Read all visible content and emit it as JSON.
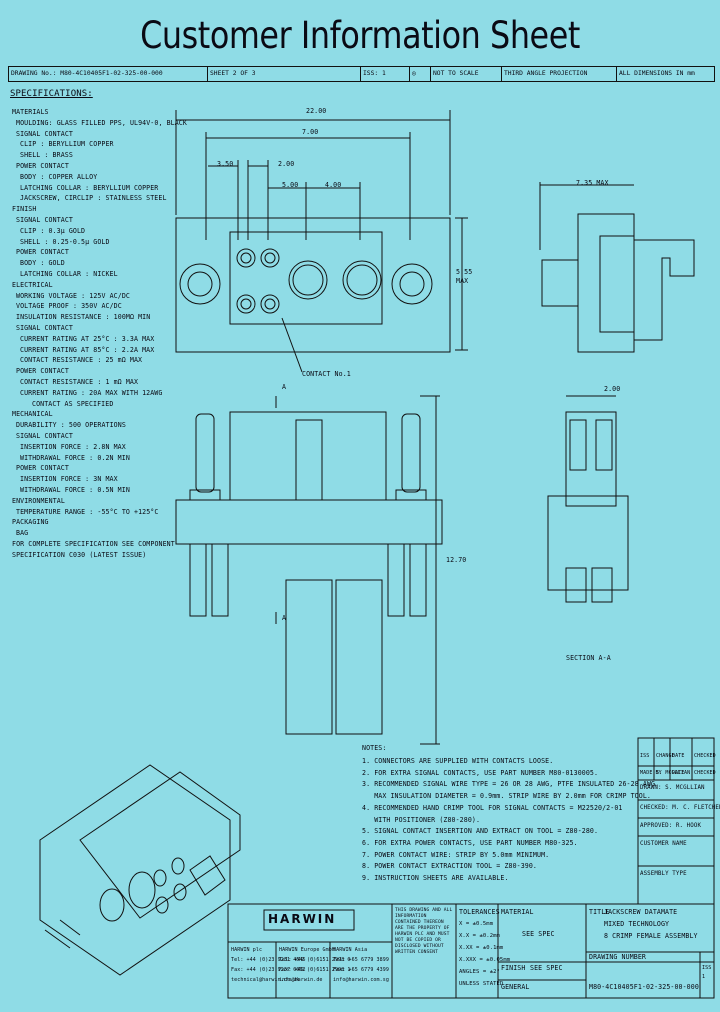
{
  "title": "Customer Information Sheet",
  "header": {
    "drawing_no": "DRAWING No.: M80-4C10405F1-02-325-00-000",
    "sheet": "SHEET 2 OF 3",
    "issue": "ISS: 1",
    "scale": "NOT TO SCALE",
    "projection": "THIRD ANGLE PROJECTION",
    "dims": "ALL DIMENSIONS IN mm"
  },
  "specs": {
    "heading": "SPECIFICATIONS:",
    "lines": [
      "MATERIALS",
      "MOULDING: GLASS FILLED PPS, UL94V-0, BLACK",
      "SIGNAL CONTACT",
      "CLIP : BERYLLIUM COPPER",
      "SHELL : BRASS",
      "POWER CONTACT",
      "BODY : COPPER ALLOY",
      "LATCHING COLLAR : BERYLLIUM COPPER",
      "JACKSCREW, CIRCLIP : STAINLESS STEEL",
      "FINISH",
      "SIGNAL CONTACT",
      "CLIP : 0.3μ GOLD",
      "SHELL : 0.25-0.5μ GOLD",
      "POWER CONTACT",
      "BODY : GOLD",
      "LATCHING COLLAR : NICKEL",
      "ELECTRICAL",
      "WORKING VOLTAGE : 125V AC/DC",
      "VOLTAGE PROOF : 350V AC/DC",
      "INSULATION RESISTANCE : 100MΩ MIN",
      "SIGNAL CONTACT",
      "CURRENT RATING AT 25°C : 3.3A MAX",
      "CURRENT RATING AT 85°C : 2.2A MAX",
      "CONTACT RESISTANCE : 25 mΩ MAX",
      "POWER CONTACT",
      "CONTACT RESISTANCE : 1 mΩ MAX",
      "CURRENT RATING : 20A MAX WITH 12AWG",
      "CONTACT AS SPECIFIED",
      "MECHANICAL",
      "DURABILITY : 500 OPERATIONS",
      "SIGNAL CONTACT",
      "INSERTION FORCE : 2.8N MAX",
      "WITHDRAWAL FORCE : 0.2N MIN",
      "POWER CONTACT",
      "INSERTION FORCE : 3N MAX",
      "WITHDRAWAL FORCE : 0.5N MIN",
      "ENVIRONMENTAL",
      "TEMPERATURE RANGE : -55°C TO +125°C",
      "PACKAGING",
      "BAG",
      "FOR COMPLETE SPECIFICATION SEE COMPONENT",
      "SPECIFICATION C030 (LATEST ISSUE)"
    ]
  },
  "dims": {
    "d1": "22.00",
    "d2": "7.00",
    "d3": "3.50",
    "d4": "2.00",
    "d5": "5.00",
    "d6": "4.00",
    "d7": "5.55 MAX",
    "d8": "7.35 MAX",
    "d9": "2.00",
    "d10": "12.70"
  },
  "labels": {
    "contact_no": "CONTACT No.1",
    "section_a": "A",
    "section_title": "SECTION A-A"
  },
  "notes": {
    "heading": "NOTES:",
    "lines": [
      "1. CONNECTORS ARE SUPPLIED WITH CONTACTS LOOSE.",
      "2. FOR EXTRA SIGNAL CONTACTS, USE PART NUMBER M80-0130005.",
      "3. RECOMMENDED SIGNAL WIRE TYPE = 26 OR 28 AWG, PTFE INSULATED 26-28 AWG.",
      "   MAX INSULATION DIAMETER = 0.9mm. STRIP WIRE BY 2.0mm FOR CRIMP TOOL.",
      "4. RECOMMENDED HAND CRIMP TOOL FOR SIGNAL CONTACTS = M22520/2-01",
      "   WITH POSITIONER (Z80-280).",
      "5. SIGNAL CONTACT INSERTION AND EXTRACT ON TOOL = Z80-280.",
      "6. FOR EXTRA POWER CONTACTS, USE PART NUMBER M80-325.",
      "7. POWER CONTACT WIRE: STRIP BY 5.0mm MINIMUM.",
      "8. POWER CONTACT EXTRACTION TOOL = Z80-390.",
      "9. INSTRUCTION SHEETS ARE AVAILABLE."
    ]
  },
  "revision": {
    "headers": [
      "ISS",
      "CHANGE",
      "DATE",
      "CHECKED"
    ],
    "row1": [
      "MADE BY",
      "S. MCGLLIAN",
      "DATE",
      "CHECKED"
    ],
    "drawn": "DRAWN: S. MCGLLIAN",
    "checked": "CHECKED: M. C. FLETCHER",
    "approved": "APPROVED: R. HOOK",
    "customer": "CUSTOMER NAME",
    "assembly": "ASSEMBLY TYPE"
  },
  "titleblock": {
    "logo": "HARWIN",
    "offices": [
      {
        "name": "HARWIN plc",
        "lines": [
          "Tel: +44 (0)23 9231 4545",
          "Fax: +44 (0)23 9237 0062",
          "technical@harwin.co.uk"
        ]
      },
      {
        "name": "HARWIN Europe GmbH",
        "lines": [
          "Tel: +49 (0)6151 2998 0",
          "Fax: +49 (0)6151 2998 1",
          "info@harwin.de"
        ]
      },
      {
        "name": "HARWIN Asia",
        "lines": [
          "Tel: +65 6779 3899",
          "Fax: +65 6779 4399",
          "info@harwin.com.sg"
        ]
      }
    ],
    "copyright": "THIS DRAWING AND ALL INFORMATION CONTAINED THEREON ARE THE PROPERTY OF HARWIN PLC AND MUST NOT BE COPIED OR DISCLOSED WITHOUT WRITTEN CONSENT",
    "tolerances_heading": "TOLERANCES",
    "tolerances": [
      "X = ±0.5mm",
      "X.X = ±0.2mm",
      "X.XX = ±0.1mm",
      "X.XXX = ±0.05mm",
      "ANGLES = ±2°",
      "UNLESS STATED"
    ],
    "material": "MATERIAL",
    "material_value": "SEE SPEC",
    "finish": "FINISH",
    "finish_value": "SEE SPEC",
    "general_tol": "GENERAL",
    "title_label": "TITLE",
    "title_lines": [
      "JACKSCREW DATAMATE",
      "MIXED TECHNOLOGY",
      "8 CRIMP FEMALE ASSEMBLY"
    ],
    "drawing_no_label": "DRAWING NUMBER",
    "drawing_no": "M80-4C10405F1-02-325-00-000",
    "sheet_iss": "ISS 1"
  }
}
